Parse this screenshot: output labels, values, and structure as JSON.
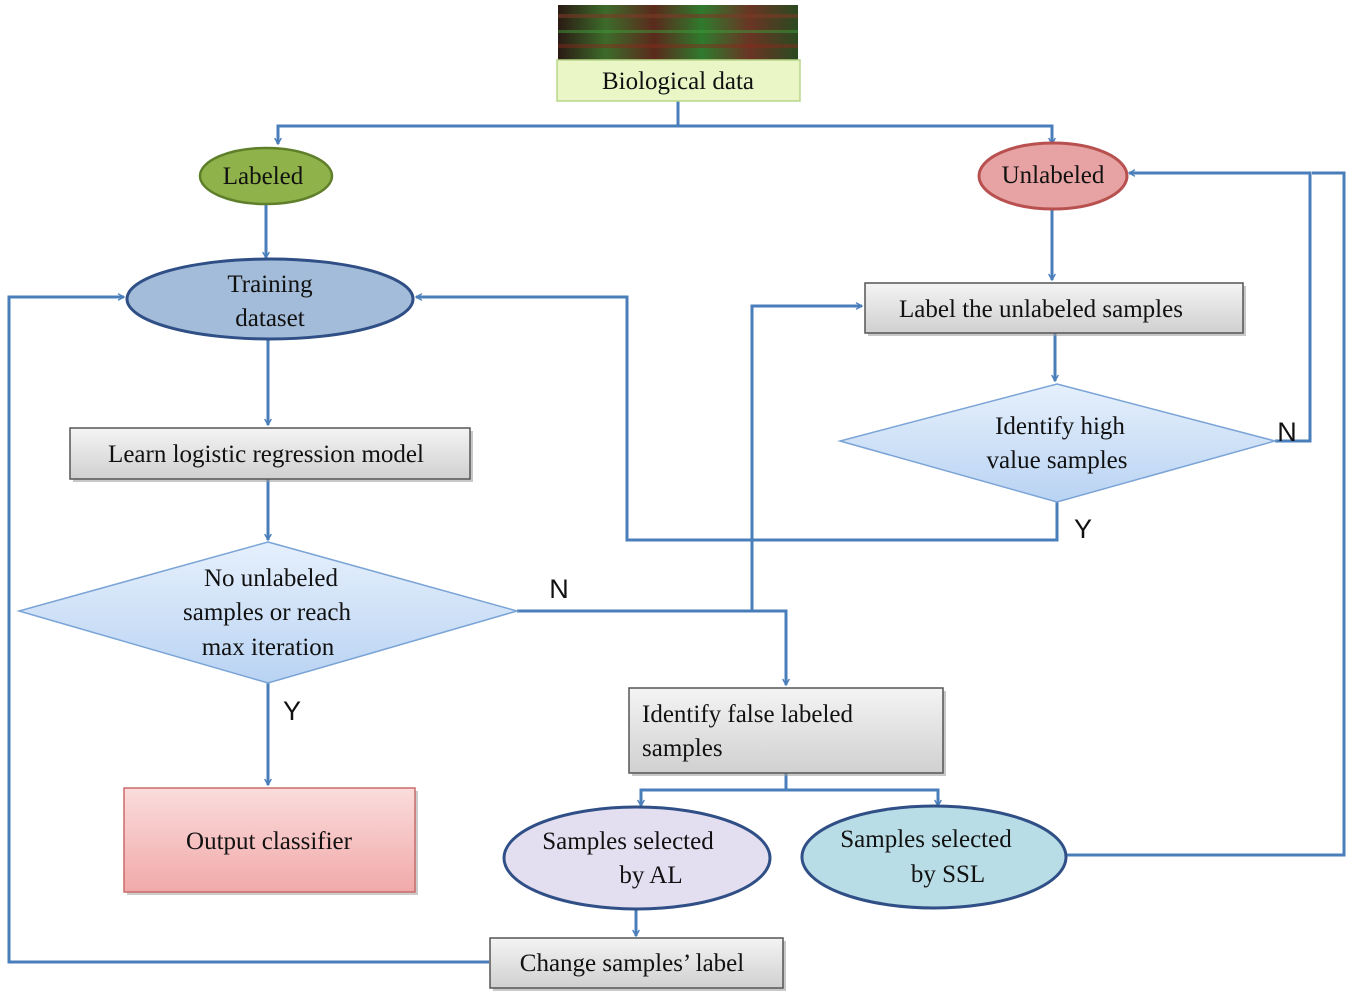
{
  "nodes": {
    "biological_data": {
      "label": "Biological data"
    },
    "labeled": {
      "label": "Labeled"
    },
    "unlabeled": {
      "label": "Unlabeled"
    },
    "training_dataset": {
      "lines": [
        "Training",
        "dataset"
      ]
    },
    "label_unlabeled": {
      "label": "Label the unlabeled samples"
    },
    "identify_high_value": {
      "lines": [
        "Identify high",
        "value samples"
      ]
    },
    "learn_lr": {
      "label": "Learn logistic regression model"
    },
    "stop_condition": {
      "lines": [
        "No unlabeled",
        "samples or reach",
        "max iteration"
      ]
    },
    "identify_false": {
      "lines": [
        "Identify false labeled",
        "samples"
      ]
    },
    "output_classifier": {
      "label": "Output classifier"
    },
    "selected_al": {
      "lines": [
        "Samples selected",
        "by AL"
      ]
    },
    "selected_ssl": {
      "lines": [
        "Samples selected",
        "by SSL"
      ]
    },
    "change_label": {
      "label": "Change samples’ label"
    }
  },
  "edge_labels": {
    "high_value_no": "N",
    "high_value_yes": "Y",
    "stop_no": "N",
    "stop_yes": "Y"
  },
  "colors": {
    "arrow": "#4a7ebb",
    "labeled_fill": "#8fb34a",
    "unlabeled_fill": "#e7a3a3",
    "training_fill": "#a3bcd9",
    "diamond_fill": "#cfe2fa",
    "box_fill": "#e3e3e3",
    "output_fill": "#f7c3c3",
    "al_fill": "#e4dff0",
    "ssl_fill": "#b9dde6",
    "biodata_fill": "#eaf6c6"
  }
}
